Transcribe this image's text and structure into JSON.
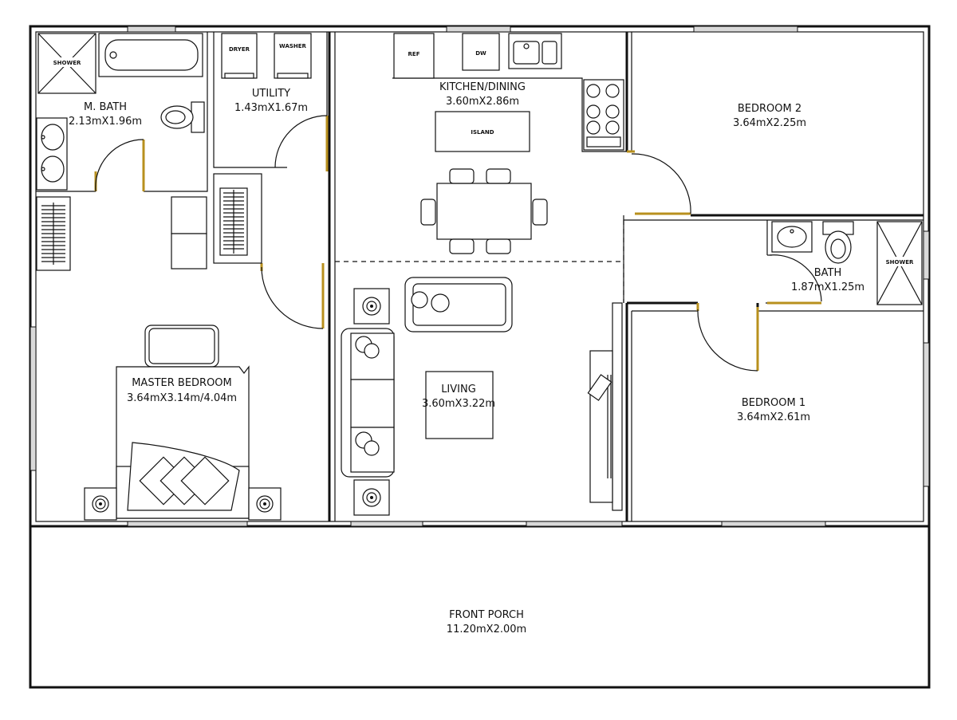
{
  "rooms": {
    "master_bath": {
      "name": "M. BATH",
      "size": "2.13mX1.96m"
    },
    "utility": {
      "name": "UTILITY",
      "size": "1.43mX1.67m"
    },
    "kitchen_dining": {
      "name": "KITCHEN/DINING",
      "size": "3.60mX2.86m"
    },
    "bedroom_2": {
      "name": "BEDROOM 2",
      "size": "3.64mX2.25m"
    },
    "bath": {
      "name": "BATH",
      "size": "1.87mX1.25m"
    },
    "master_bedroom": {
      "name": "MASTER BEDROOM",
      "size": "3.64mX3.14m/4.04m"
    },
    "living": {
      "name": "LIVING",
      "size": "3.60mX3.22m"
    },
    "bedroom_1": {
      "name": "BEDROOM 1",
      "size": "3.64mX2.61m"
    },
    "front_porch": {
      "name": "FRONT PORCH",
      "size": "11.20mX2.00m"
    }
  },
  "fixtures": {
    "shower_master": "SHOWER",
    "shower_bath": "SHOWER",
    "dryer": "DRYER",
    "washer": "WASHER",
    "fridge": "REF",
    "dishwasher": "DW",
    "island": "ISLAND"
  },
  "colors": {
    "door": "#b8901e",
    "wall": "#111111",
    "background": "#ffffff"
  }
}
